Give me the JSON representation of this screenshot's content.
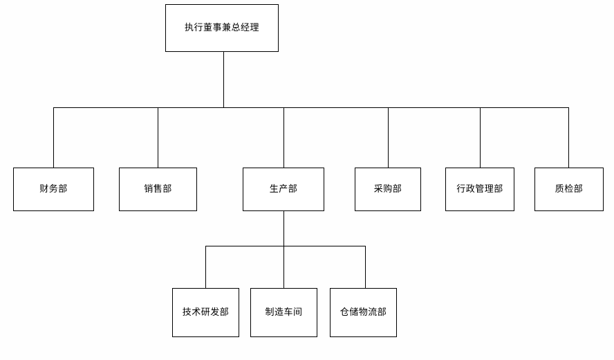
{
  "diagram": {
    "type": "org-chart",
    "title_text": "",
    "background_color": "#fefefe",
    "line_color": "#000000",
    "box_fill_color": "#ffffff",
    "box_border_color": "#000000",
    "levels": 3
  },
  "nodes": {
    "root": {
      "label": "执行董事兼总经理",
      "level": 1
    },
    "level2": [
      {
        "label": "财务部",
        "level": 2
      },
      {
        "label": "销售部",
        "level": 2
      },
      {
        "label": "生产部",
        "level": 2
      },
      {
        "label": "采购部",
        "level": 2
      },
      {
        "label": "行政管理部",
        "level": 2
      },
      {
        "label": "质检部",
        "level": 2
      }
    ],
    "level3": [
      {
        "label": "技术研发部",
        "level": 3,
        "parent": "生产部"
      },
      {
        "label": "制造车间",
        "level": 3,
        "parent": "生产部"
      },
      {
        "label": "仓储物流部",
        "level": 3,
        "parent": "生产部"
      }
    ]
  }
}
